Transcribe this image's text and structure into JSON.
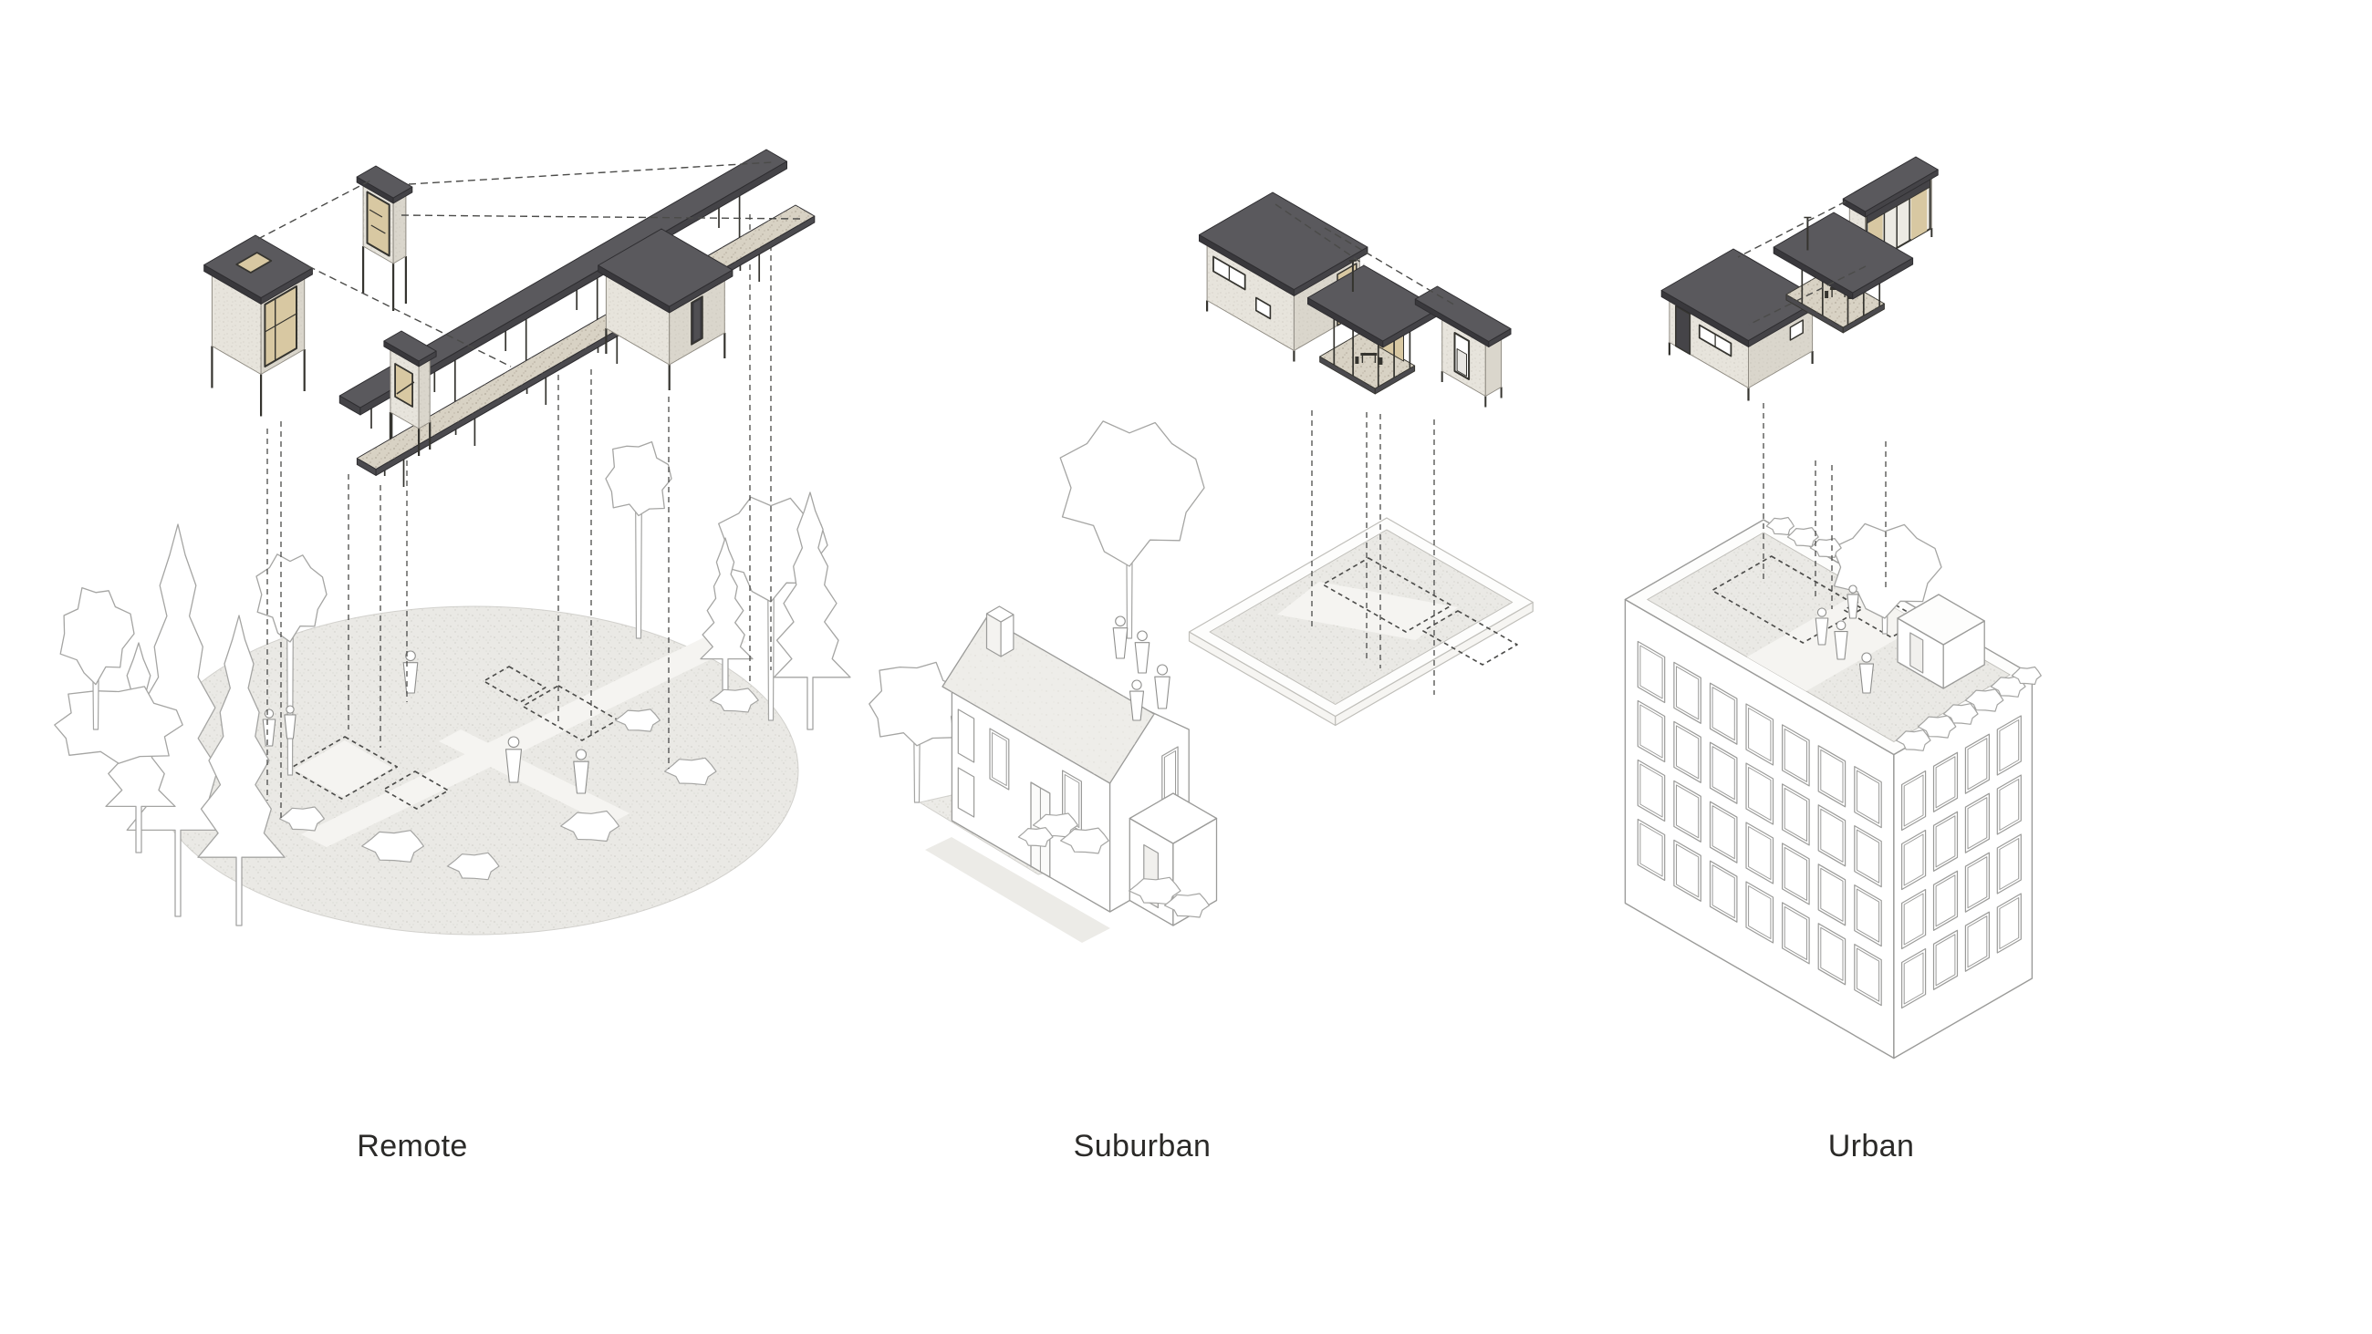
{
  "page": {
    "background": "#ffffff"
  },
  "panels": [
    {
      "id": "remote",
      "label": "Remote"
    },
    {
      "id": "suburban",
      "label": "Suburban"
    },
    {
      "id": "urban",
      "label": "Urban"
    }
  ],
  "colors": {
    "background": "#ffffff",
    "roof": "#5a595d",
    "roof_side": "#444347",
    "roof_dark": "#39383c",
    "roof_edge": "#2e2d30",
    "wall_light": "#e7e4dc",
    "wall_shade": "#dad6cc",
    "wall_edge": "#8f8b82",
    "wall_speckle": "#bcb7ab",
    "interior": "#d8c8a2",
    "frame": "#35342f",
    "deck": "#d8d2c4",
    "deck_side": "#4b4a4e",
    "deck_speckle": "#a8a091",
    "ground": "#eae9e5",
    "ground_speckle": "#c6c4bd",
    "ground_edge": "#d2d1cd",
    "path": "#f5f4f1",
    "drive": "#ecebe7",
    "tree": "#a5a5a3",
    "person": "#8f8f8d",
    "house": "#9b9b99",
    "site_edge": "#c0bfba",
    "hroof": "#eeede9",
    "hroof_speckle": "#d8d6d0",
    "dash": "#4b4b49",
    "label": "#2b2a28"
  }
}
